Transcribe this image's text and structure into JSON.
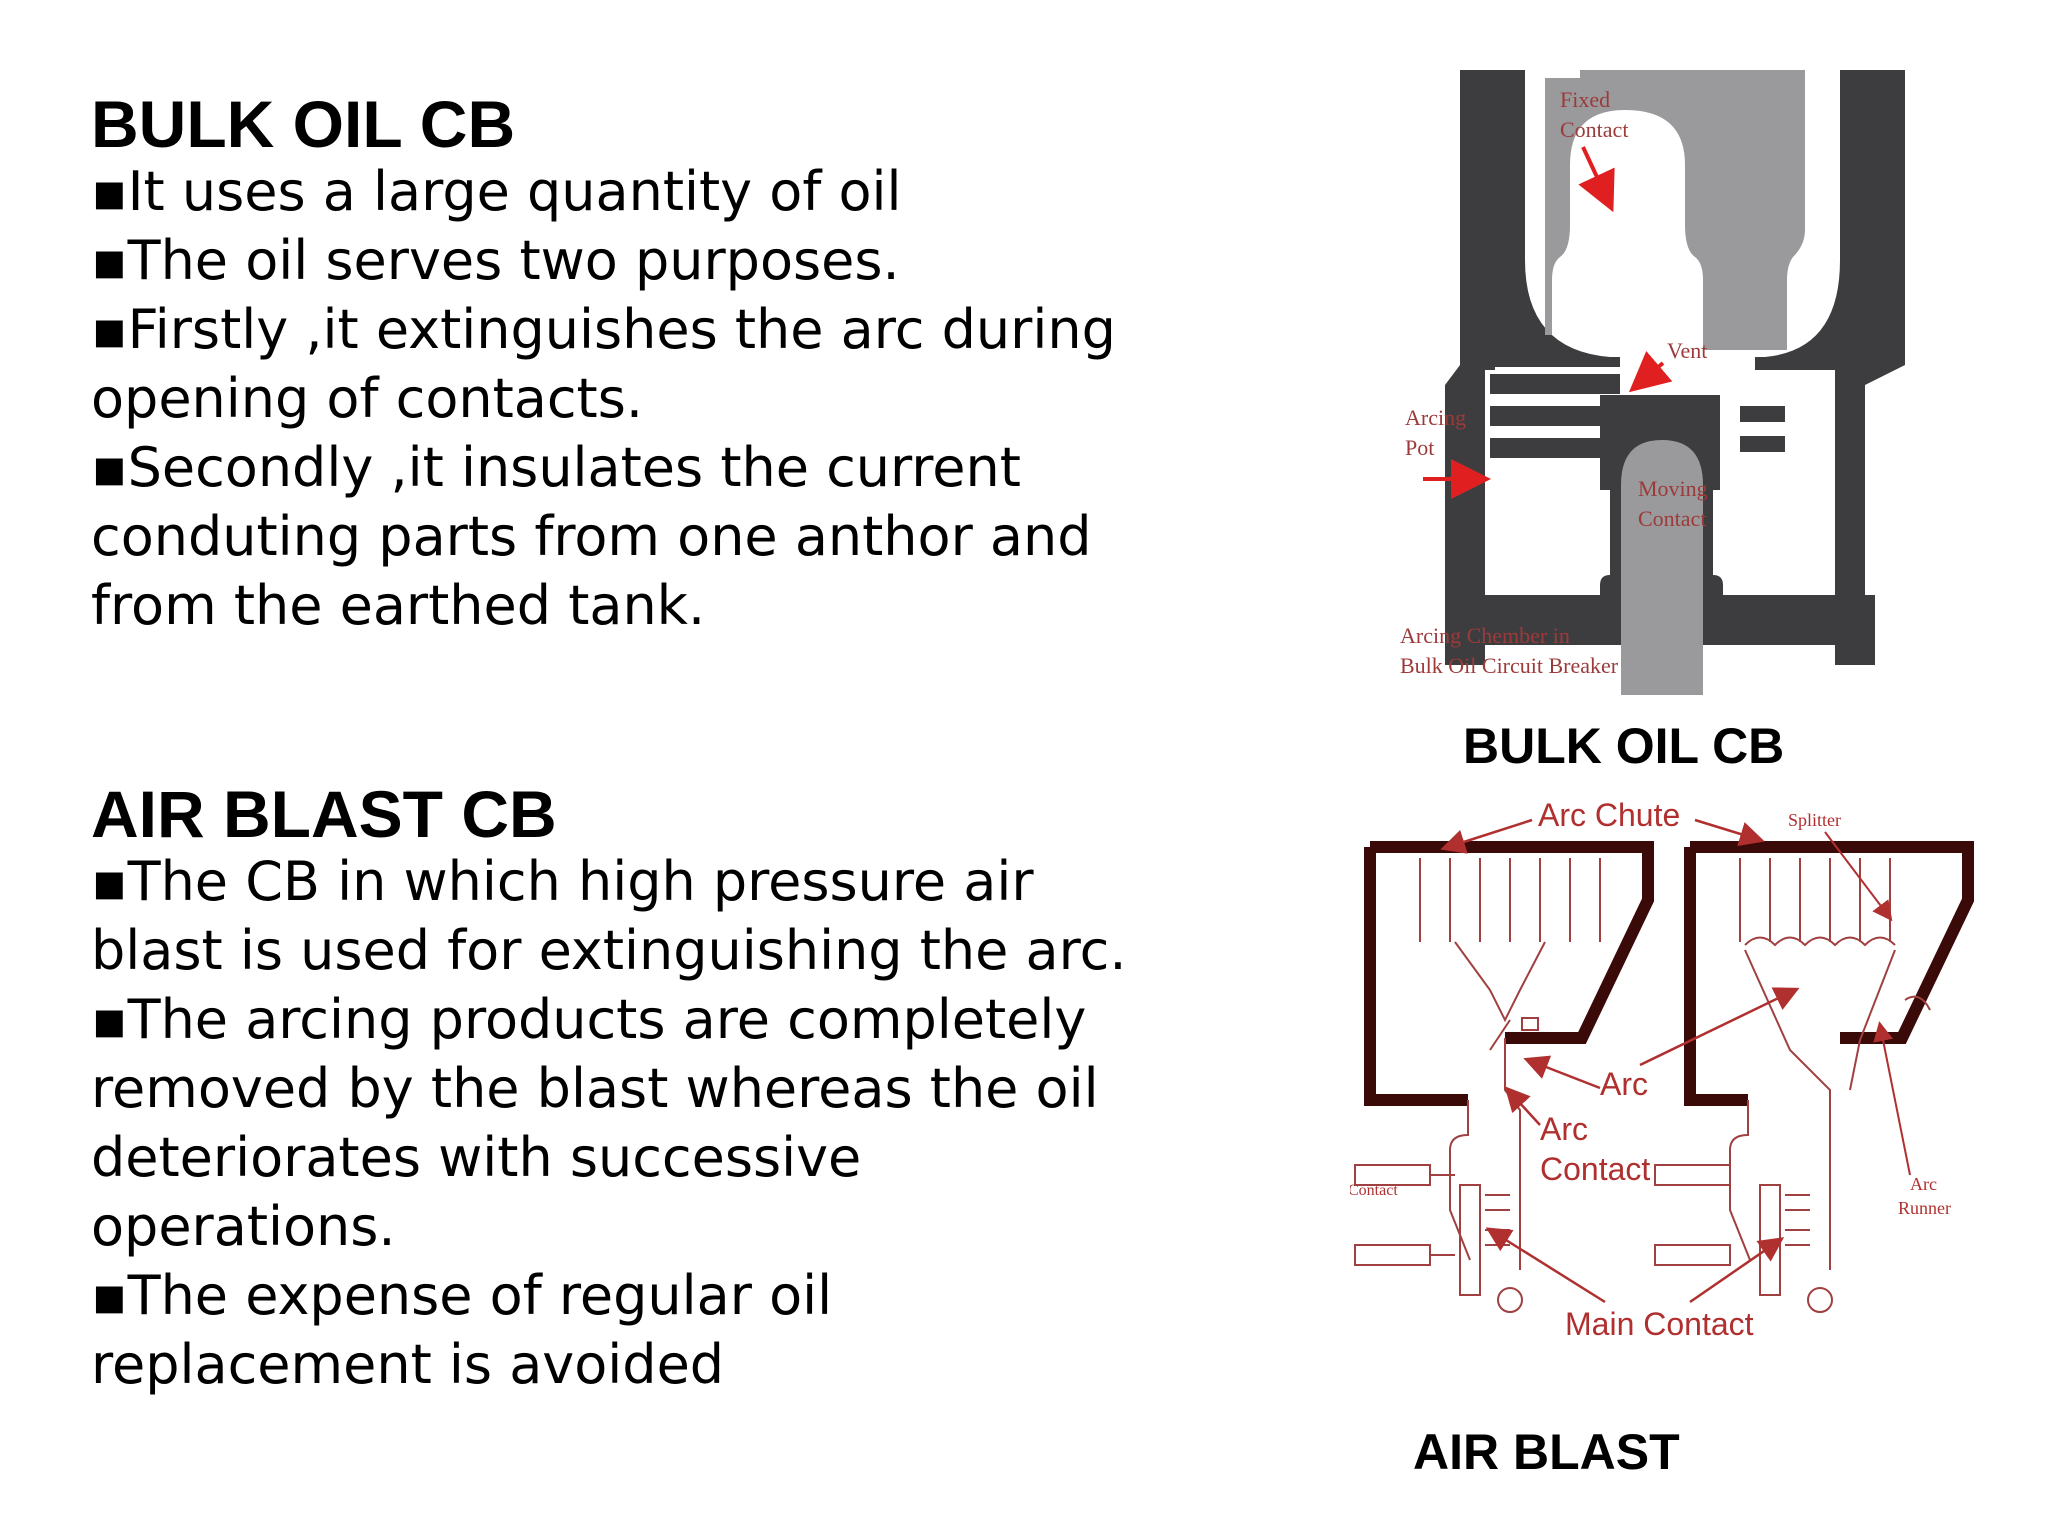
{
  "bulk_oil": {
    "heading": "BULK OIL CB",
    "lines": [
      "▪It uses a large quantity of oil",
      "▪The oil serves two purposes.",
      "▪Firstly ,it extinguishes the arc during",
      "opening of contacts.",
      "▪Secondly ,it insulates the current",
      "conduting  parts from one anthor and",
      "from the earthed tank."
    ],
    "diagram": {
      "fixed_contact": [
        "Fixed",
        "Contact"
      ],
      "vent": "Vent",
      "arcing_pot": [
        "Arcing",
        "Pot"
      ],
      "moving_contact": [
        "Moving",
        "Contact"
      ],
      "caption": [
        "Arcing Chember in",
        "Bulk Oil Circuit Breaker"
      ]
    },
    "caption": "BULK OIL CB"
  },
  "air_blast": {
    "heading": "AIR BLAST CB",
    "lines": [
      "▪The CB in which high pressure air",
      "blast is used for extinguishing the arc.",
      "▪The arcing products are completely",
      "removed by the blast whereas the oil",
      "deteriorates with successive",
      "operations.",
      "▪The expense of regular oil",
      "replacement is avoided"
    ],
    "diagram": {
      "arc_chute": "Arc Chute",
      "splitter": "Splitter",
      "arc": "Arc",
      "arc_contact": [
        "Arc",
        "Contact"
      ],
      "contact": "Contact",
      "arc_runner": [
        "Arc",
        "Runner"
      ],
      "main_contact": "Main Contact"
    },
    "caption": "AIR BLAST"
  },
  "colors": {
    "dark_metal": "#3d3d40",
    "contact_grey": "#9a9a9c",
    "label_red": "#9c3a3a",
    "arrow_red": "#e02020",
    "chute_brown": "#3a0a08"
  }
}
